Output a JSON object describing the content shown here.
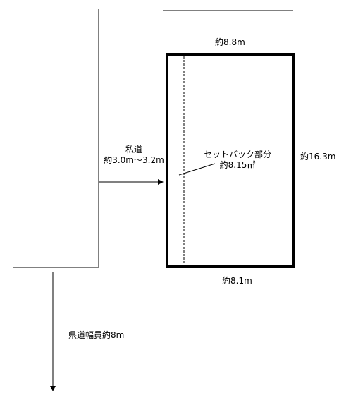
{
  "labels": {
    "top_width": "約8.8m",
    "bottom_width": "約8.1m",
    "right_depth": "約16.3m",
    "private_road_title": "私道",
    "private_road_width": "約3.0m～3.2m",
    "setback_title": "セットバック部分",
    "setback_area": "約8.15㎡",
    "prefectural_road": "県道幅員約8m"
  },
  "colors": {
    "line": "#000000",
    "background": "#ffffff"
  }
}
